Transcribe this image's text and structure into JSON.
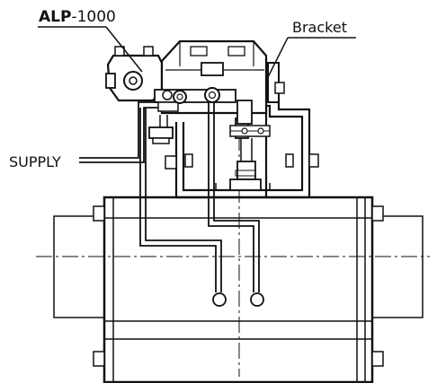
{
  "labels": {
    "model_prefix": "ALP",
    "model_suffix": "-1000",
    "bracket": "Bracket",
    "supply": "SUPPLY"
  }
}
